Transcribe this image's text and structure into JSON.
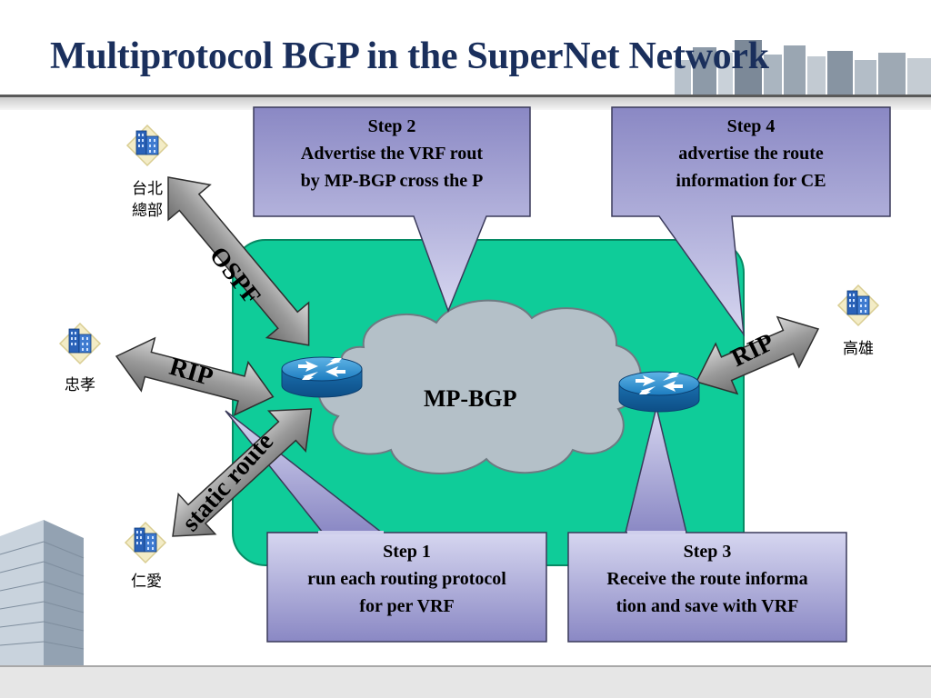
{
  "slide": {
    "title": "Multiprotocol BGP in the SuperNet Network"
  },
  "cloud": {
    "label": "MP-BGP"
  },
  "sites": {
    "taipei": {
      "line1": "台北",
      "line2": "總部"
    },
    "zhongxiao": {
      "label": "忠孝"
    },
    "renai": {
      "label": "仁愛"
    },
    "kaohsiung": {
      "label": "高雄"
    }
  },
  "protocols": {
    "ospf": "OSPF",
    "rip_left": "RIP",
    "static": "static route",
    "rip_right": "RIP"
  },
  "steps": {
    "step1": {
      "title": "Step 1",
      "line1": "run each routing protocol",
      "line2": "for per VRF"
    },
    "step2": {
      "title": "Step 2",
      "line1": "Advertise the VRF rout",
      "line2": "by MP-BGP cross the P"
    },
    "step3": {
      "title": "Step 3",
      "line1": "Receive the route informa",
      "line2": "tion and save with VRF"
    },
    "step4": {
      "title": "Step 4",
      "line1": "advertise the route",
      "line2": "information for CE"
    }
  },
  "colors": {
    "title": "#1a2f5c",
    "network_area": "#0fcc99",
    "cloud": "#b4c0c8",
    "callout_top": "#8e8cc6",
    "callout_bottom": "#d2d2ee",
    "router": "#1e7fc0",
    "arrow_fill": "#a8a8a8"
  },
  "icons": {
    "router": "router-icon",
    "building": "building-icon"
  }
}
